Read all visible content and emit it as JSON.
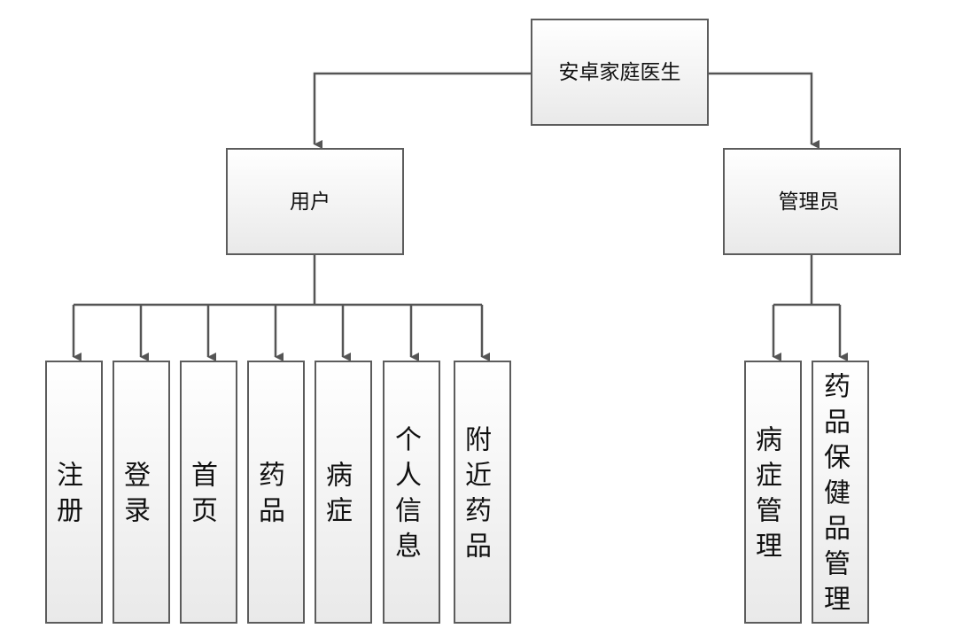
{
  "diagram": {
    "root": {
      "label": "安卓家庭医生"
    },
    "nodes": {
      "user": {
        "label": "用户"
      },
      "admin": {
        "label": "管理员"
      }
    },
    "user_functions": [
      {
        "label": "注册"
      },
      {
        "label": "登录"
      },
      {
        "label": "首页"
      },
      {
        "label": "药品"
      },
      {
        "label": "病症"
      },
      {
        "label": "个人信息"
      },
      {
        "label": "附近药品"
      }
    ],
    "admin_functions": [
      {
        "label": "病症管理"
      },
      {
        "label": "药品保健品管理"
      }
    ],
    "colors": {
      "box_fill_top": "#ffffff",
      "box_fill_bottom": "#e9e9e9",
      "box_border": "#5c5c5c",
      "connector": "#555555"
    }
  }
}
